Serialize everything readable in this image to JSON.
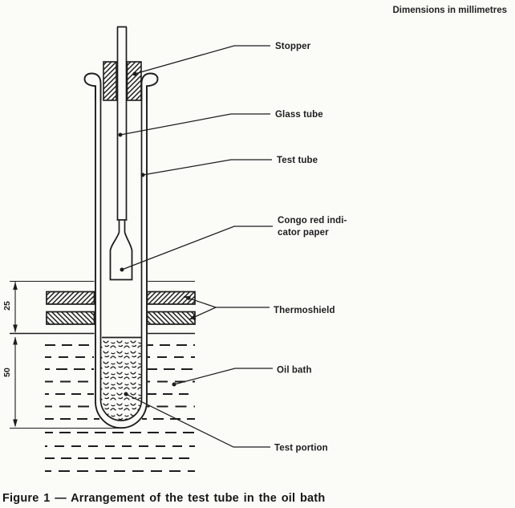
{
  "note": "Dimensions in millimetres",
  "callouts": {
    "stopper": "Stopper",
    "glass_tube": "Glass tube",
    "test_tube": "Test tube",
    "congo_red_line1": "Congo red indi-",
    "congo_red_line2": "cator paper",
    "thermoshield": "Thermoshield",
    "oil_bath": "Oil bath",
    "test_portion": "Test portion"
  },
  "dimensions_mm": {
    "shield_band": "25",
    "immersion_depth": "50"
  },
  "caption": "Figure 1 — Arrangement of the test tube in the oil bath",
  "colors": {
    "ink": "#1d1d1d",
    "paper": "#fbfbf8"
  }
}
